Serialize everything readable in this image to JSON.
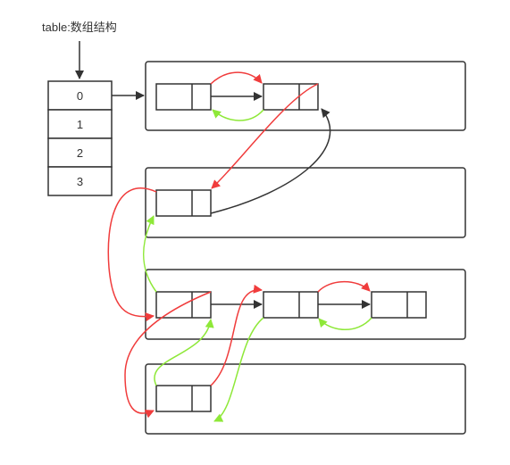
{
  "title": "table:数组结构",
  "table_indices": [
    "0",
    "1",
    "2",
    "3"
  ],
  "colors": {
    "black": "#333333",
    "red": "#f03c3c",
    "green": "#8ee838"
  }
}
